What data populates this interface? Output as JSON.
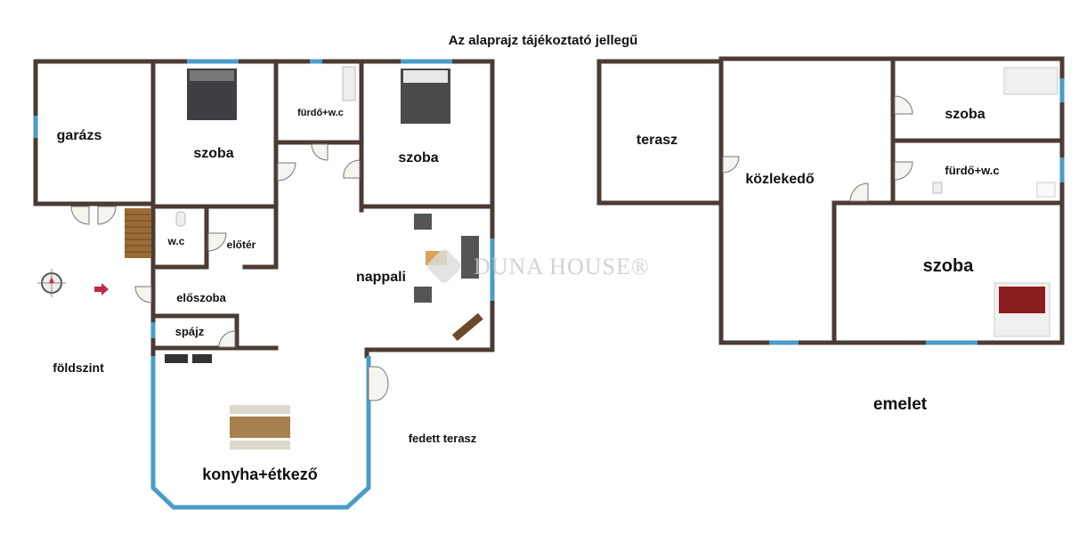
{
  "title": "Az alaprajz tájékoztató jellegű",
  "watermark": "DUNA HOUSE®",
  "colors": {
    "wall": "#4b3b34",
    "window": "#4a9cc8"
  },
  "ground_floor": {
    "name": "földszint",
    "rooms": {
      "garage": "garázs",
      "bedroom1": "szoba",
      "bathroom": "fürdő+w.c",
      "bedroom2": "szoba",
      "wc": "w.c",
      "vestibule": "előtér",
      "living": "nappali",
      "hall": "előszoba",
      "pantry": "spájz",
      "kitchen": "konyha+étkező",
      "covered_terrace": "fedett terasz"
    }
  },
  "upper_floor": {
    "name": "emelet",
    "rooms": {
      "terrace": "terasz",
      "corridor": "közlekedő",
      "bedroom_small": "szoba",
      "bathroom": "fürdő+w.c",
      "bedroom_large": "szoba"
    }
  }
}
